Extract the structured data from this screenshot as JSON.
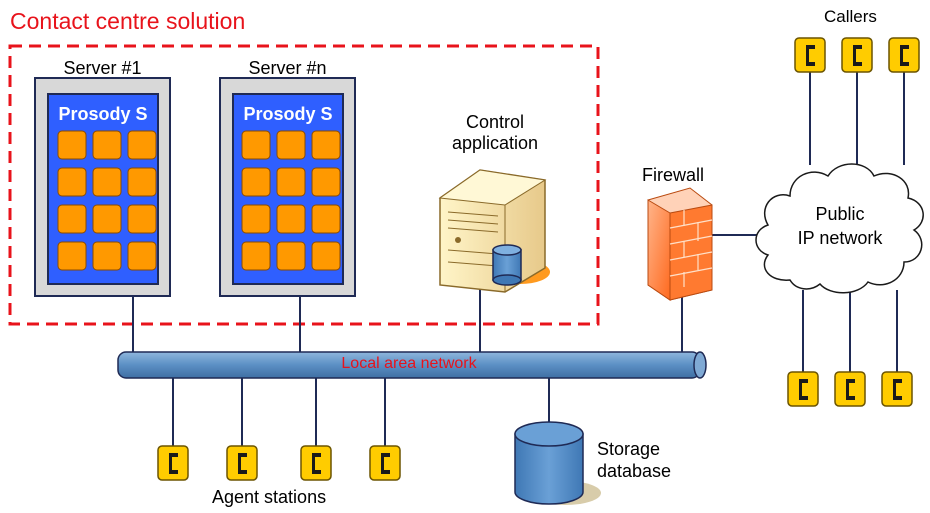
{
  "title": "Contact centre solution",
  "servers": [
    {
      "label": "Server #1",
      "card": "Prosody S"
    },
    {
      "label": "Server #n",
      "card": "Prosody S"
    }
  ],
  "control_app": {
    "line1": "Control",
    "line2": "application"
  },
  "firewall": "Firewall",
  "network": {
    "line1": "Public",
    "line2": "IP network"
  },
  "callers": "Callers",
  "lan": "Local area network",
  "storage": {
    "line1": "Storage",
    "line2": "database"
  },
  "agents": "Agent stations",
  "colors": {
    "accent_red": "#e8131b",
    "phone_yellow": "#ffcc00",
    "card_blue": "#2f5fff",
    "chip_orange": "#ff9900",
    "bus_blue": "#5b8fc4",
    "line_navy": "#1f2a55"
  },
  "icons": [
    "phone-icon",
    "server-tower-icon",
    "firewall-icon",
    "cloud-icon",
    "database-icon"
  ]
}
